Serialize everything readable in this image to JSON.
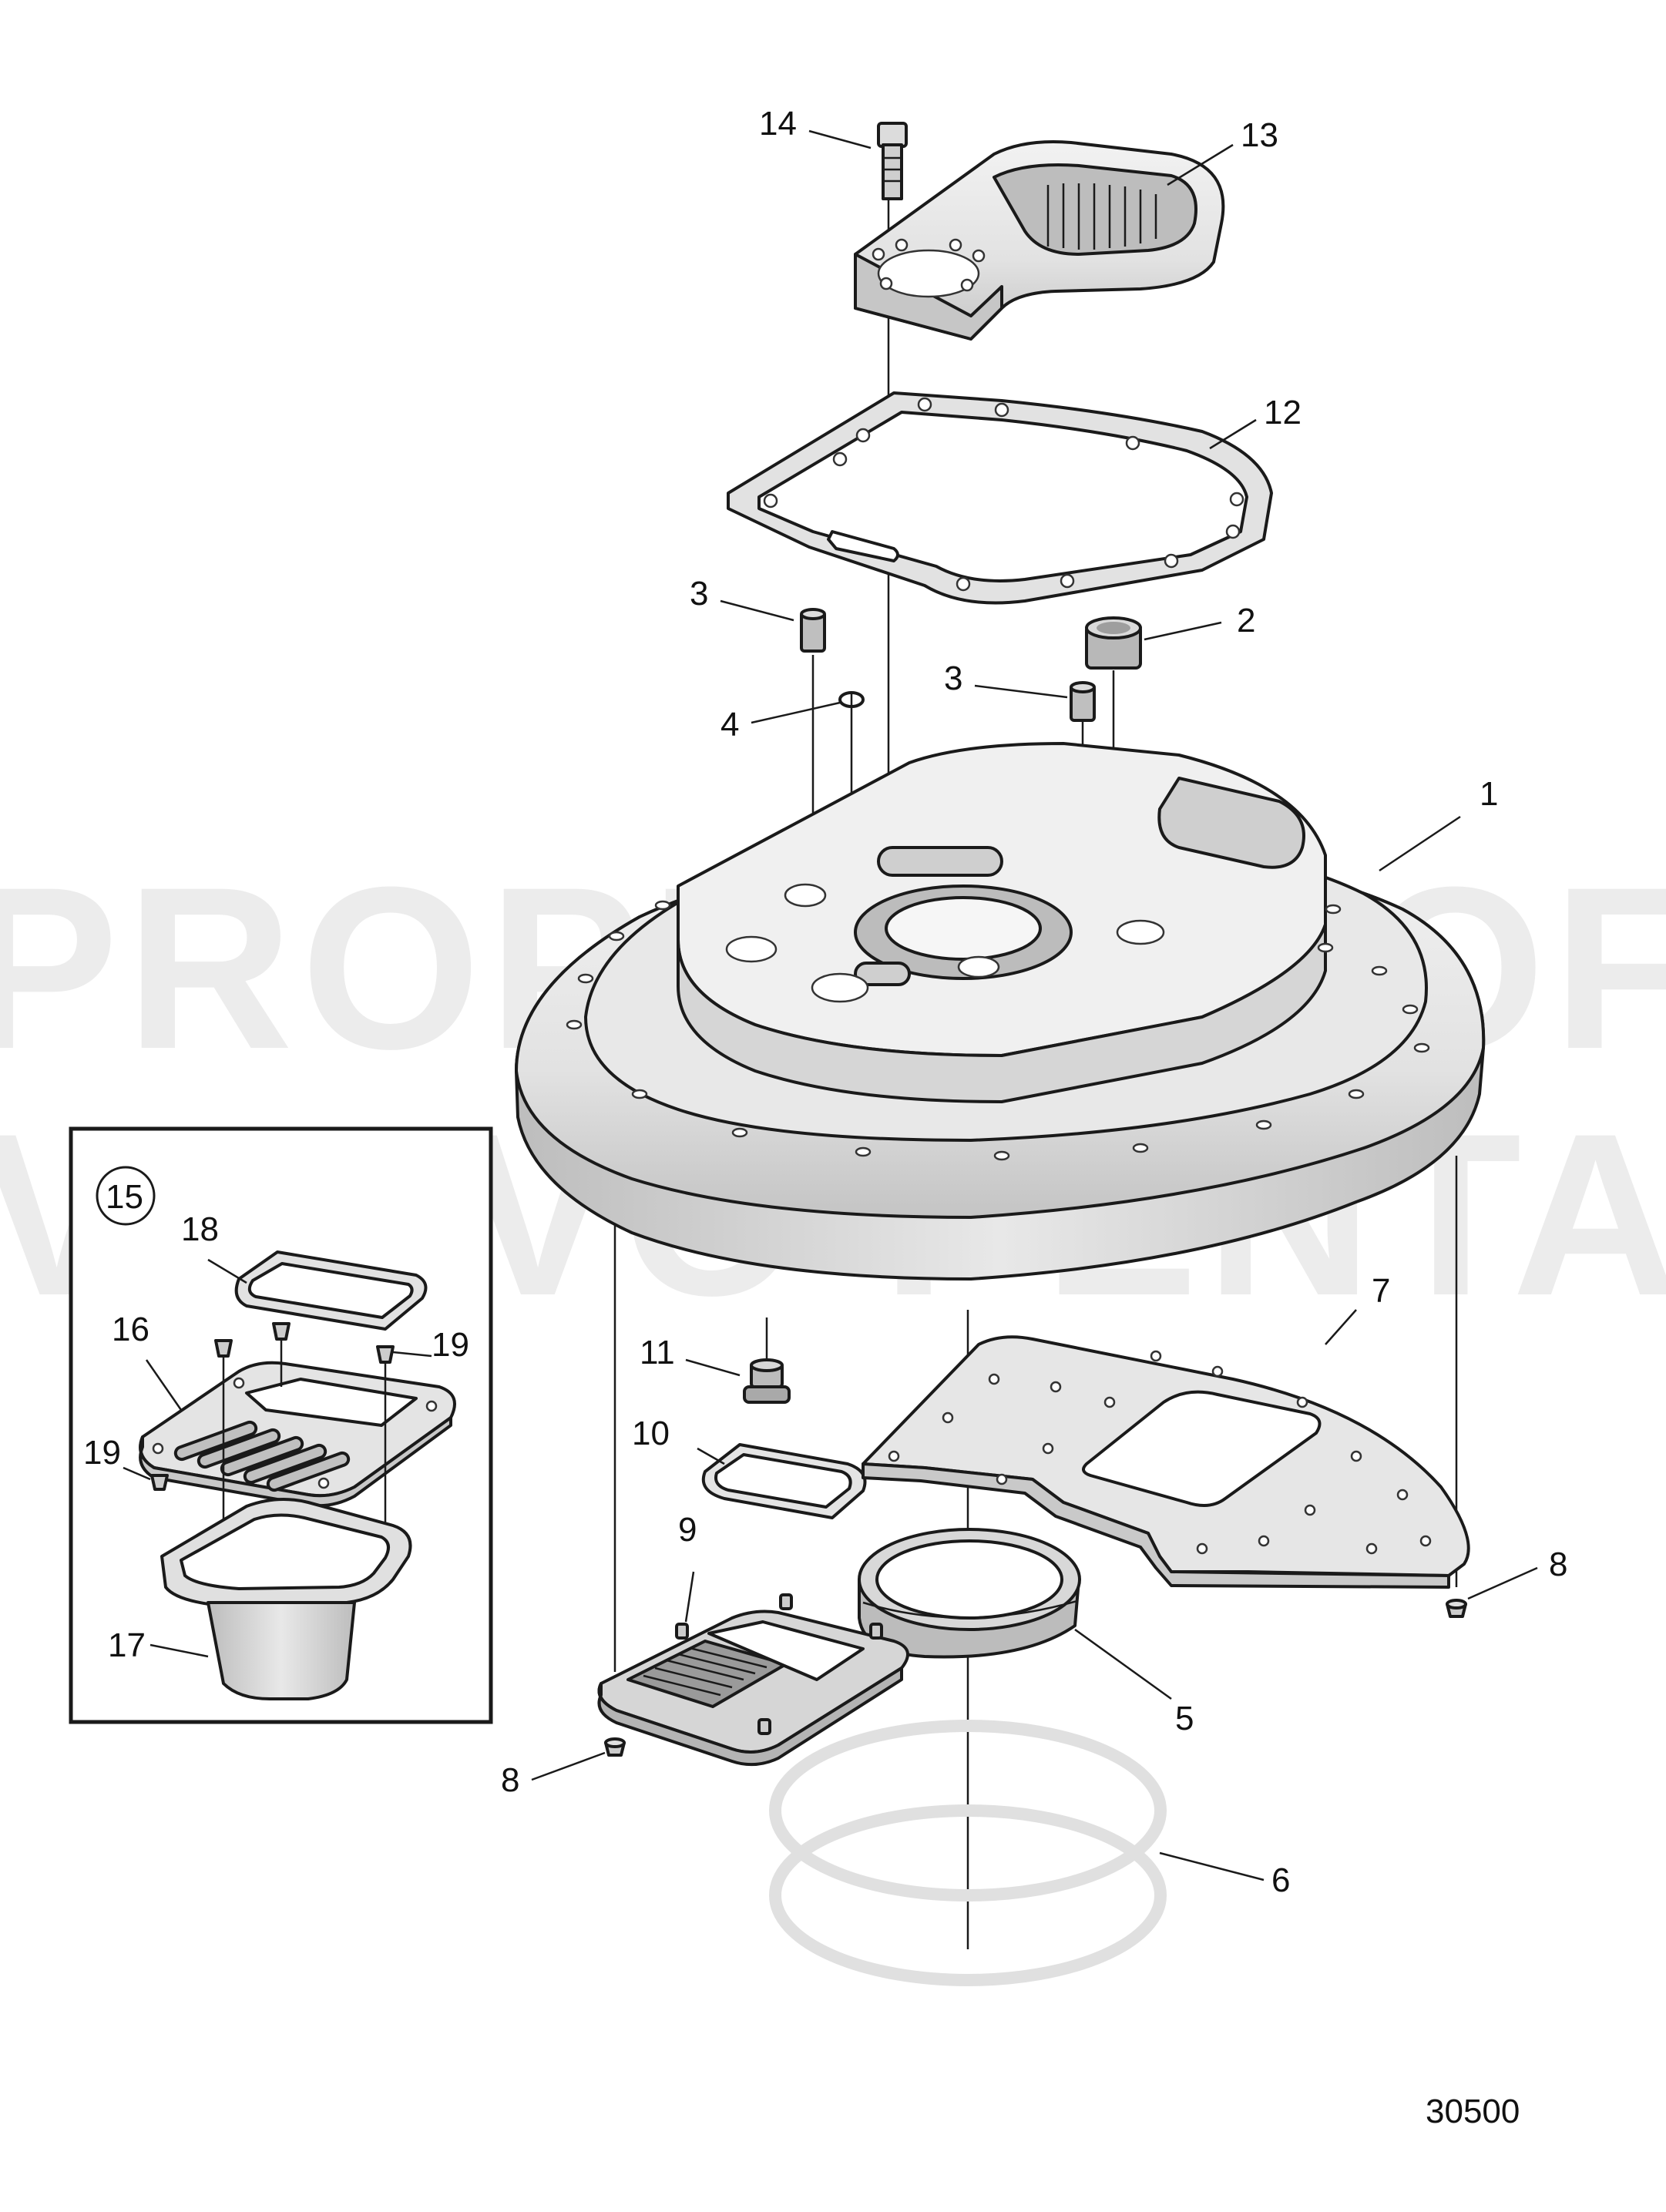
{
  "watermark": {
    "line1": "PROPERTY OF",
    "line2": "VOLVO PENTA"
  },
  "figure_number": "30500",
  "callouts": [
    {
      "id": "c1",
      "label": "1"
    },
    {
      "id": "c2",
      "label": "2"
    },
    {
      "id": "c3a",
      "label": "3"
    },
    {
      "id": "c3b",
      "label": "3"
    },
    {
      "id": "c4",
      "label": "4"
    },
    {
      "id": "c5",
      "label": "5"
    },
    {
      "id": "c6",
      "label": "6"
    },
    {
      "id": "c7",
      "label": "7"
    },
    {
      "id": "c8a",
      "label": "8"
    },
    {
      "id": "c8b",
      "label": "8"
    },
    {
      "id": "c9",
      "label": "9"
    },
    {
      "id": "c10",
      "label": "10"
    },
    {
      "id": "c11",
      "label": "11"
    },
    {
      "id": "c12",
      "label": "12"
    },
    {
      "id": "c13",
      "label": "13"
    },
    {
      "id": "c14",
      "label": "14"
    },
    {
      "id": "c15",
      "label": "15"
    },
    {
      "id": "c16",
      "label": "16"
    },
    {
      "id": "c17",
      "label": "17"
    },
    {
      "id": "c18",
      "label": "18"
    },
    {
      "id": "c19a",
      "label": "19"
    },
    {
      "id": "c19b",
      "label": "19"
    }
  ],
  "colors": {
    "part_fill": "#e6e6e6",
    "part_shade": "#c8c8c8",
    "outline": "#1a1a1a",
    "watermark": "#ececec"
  }
}
